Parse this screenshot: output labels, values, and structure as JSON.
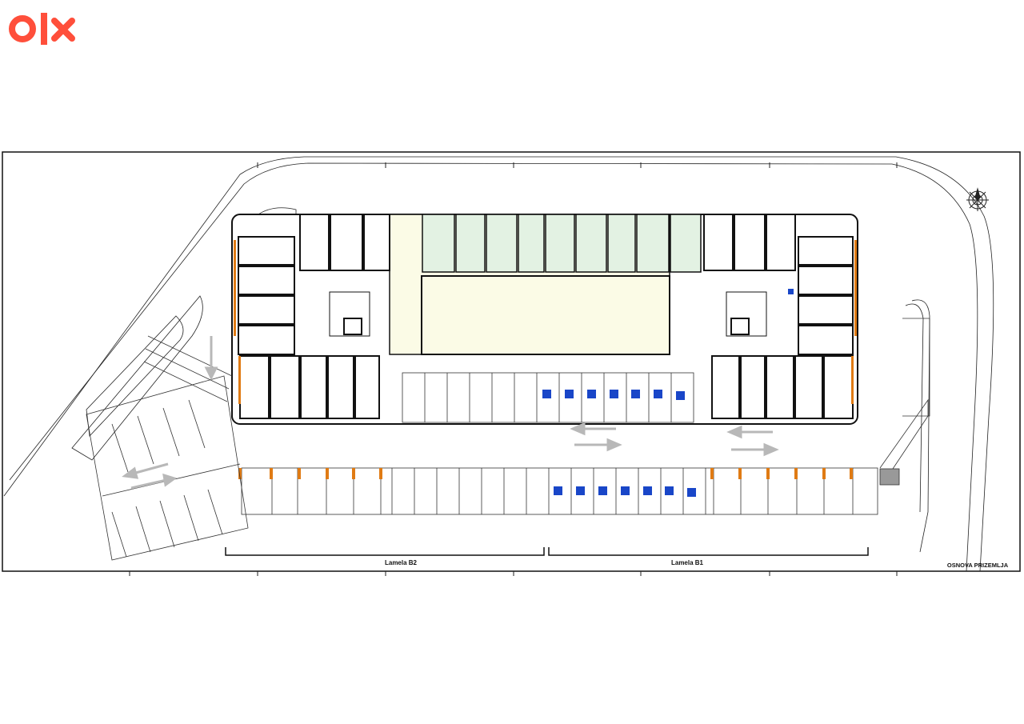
{
  "brand": {
    "name": "OLX",
    "color": "#ff4f3b"
  },
  "plan": {
    "title": "OSNOVA  PRIZEMLJA",
    "lamela_left": "Lamela B2",
    "lamela_right": "Lamela B1",
    "colors": {
      "line": "#1a1a1a",
      "commercial_fill": "#fbfbe6",
      "green_fill": "#e3f2e3",
      "accessible_sign": "#1946c8",
      "stair_orange": "#e07b14",
      "arrow": "#b8b8b8"
    }
  }
}
